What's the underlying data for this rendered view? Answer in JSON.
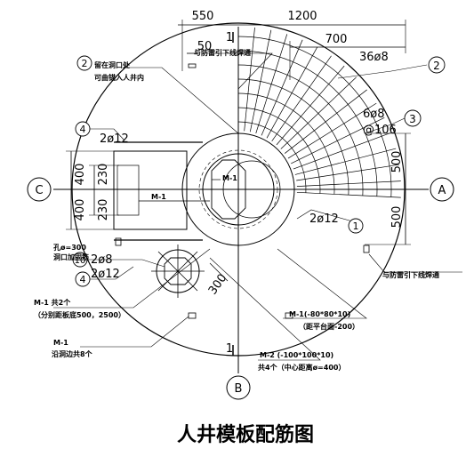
{
  "title": "人井模板配筋图",
  "axes": {
    "top": "1",
    "bottom": "1",
    "left": "C",
    "right": "A",
    "bottom_circle": "B"
  },
  "dimensions": {
    "d550": "550",
    "d1200": "1200",
    "d50": "50",
    "d700": "700",
    "d400a": "400",
    "d230a": "230",
    "d230b": "230",
    "d400b": "400",
    "d500a": "500",
    "d500b": "500",
    "d300": "300"
  },
  "markers": {
    "m2_left": "2",
    "m4_a": "4",
    "m10": "10",
    "m4_b": "4",
    "m2_right": "2",
    "m3": "3",
    "m1": "1"
  },
  "rebar": {
    "r36": "36ø8",
    "r2_12_top": "2ø12",
    "r6": "6ø8",
    "r106": "@106",
    "r2_12_mid": "2ø12",
    "r2_8": "2ø8",
    "r2_12_low": "2ø12"
  },
  "notes": {
    "top_right_lead": "与防雷引下线焊通",
    "left_1": "留在洞口处",
    "left_2": "可曲锚入人井内",
    "hole_1": "孔ø=300",
    "hole_2": "洞口加固筋",
    "m1_count": "M-1 共2个",
    "m1_spacing": "（分别距板底500，2500）",
    "m1_bottom": "M-1",
    "m1_bottom_2": "沿洞边共8个",
    "m1_right": "M-1(-80*80*10)",
    "m1_right_2": "（距平台面-200）",
    "m2": "M-2 (-100*100*10)",
    "m2_2": "共4个（中心距离ø=400）",
    "right_lead": "与防雷引下线焊通",
    "m1_a": "M-1",
    "m1_b": "M-1"
  }
}
